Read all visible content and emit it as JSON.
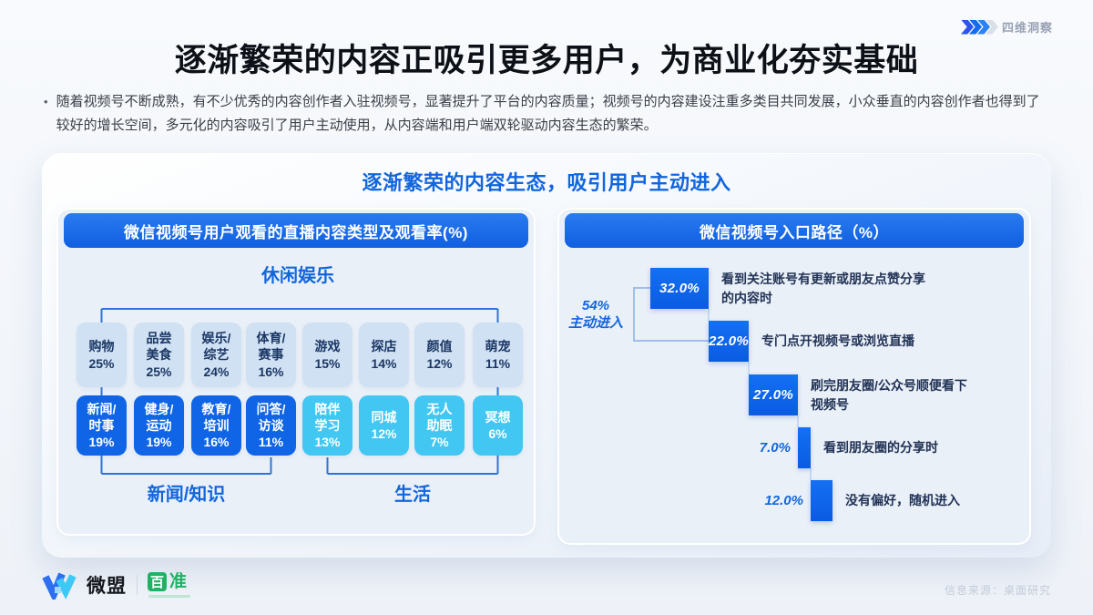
{
  "brand": {
    "logo_text": "四维洞察"
  },
  "title": "逐渐繁荣的内容正吸引更多用户，为商业化夯实基础",
  "intro_bullet": "随着视频号不断成熟，有不少优秀的内容创作者入驻视频号，显著提升了平台的内容质量；视频号的内容建设注重多类目共同发展，小众垂直的内容创作者也得到了较好的增长空间，多元化的内容吸引了用户主动使用，从内容端和用户端双轮驱动内容生态的繁荣。",
  "card": {
    "title": "逐渐繁荣的内容生态，吸引用户主动进入"
  },
  "left_panel": {
    "header": "微信视频号用户观看的直播内容类型及观看率(%)"
  },
  "right_panel": {
    "header": "微信视频号入口路径（%）",
    "annotation": "54%\n主动进入"
  },
  "chart_data": [
    {
      "type": "table",
      "title": "微信视频号用户观看的直播内容类型及观看率(%)",
      "group_labels": {
        "top": "休闲娱乐",
        "bottom_left": "新闻/知识",
        "bottom_right": "生活"
      },
      "rows": [
        {
          "name": "top",
          "items": [
            {
              "label": "购物",
              "value_pct": 25,
              "text": "购物\n25%",
              "variant": "light"
            },
            {
              "label": "品尝美食",
              "value_pct": 25,
              "text": "品尝\n美食\n25%",
              "variant": "light"
            },
            {
              "label": "娱乐/综艺",
              "value_pct": 24,
              "text": "娱乐/\n综艺\n24%",
              "variant": "light"
            },
            {
              "label": "体育/赛事",
              "value_pct": 16,
              "text": "体育/\n赛事\n16%",
              "variant": "light"
            },
            {
              "label": "游戏",
              "value_pct": 15,
              "text": "游戏\n15%",
              "variant": "light"
            },
            {
              "label": "探店",
              "value_pct": 14,
              "text": "探店\n14%",
              "variant": "light"
            },
            {
              "label": "颜值",
              "value_pct": 12,
              "text": "颜值\n12%",
              "variant": "light"
            },
            {
              "label": "萌宠",
              "value_pct": 11,
              "text": "萌宠\n11%",
              "variant": "light"
            }
          ]
        },
        {
          "name": "bottom",
          "items": [
            {
              "label": "新闻/时事",
              "value_pct": 19,
              "text": "新闻/\n时事\n19%",
              "variant": "dark"
            },
            {
              "label": "健身/运动",
              "value_pct": 19,
              "text": "健身/\n运动\n19%",
              "variant": "dark"
            },
            {
              "label": "教育/培训",
              "value_pct": 16,
              "text": "教育/\n培训\n16%",
              "variant": "dark"
            },
            {
              "label": "问答/访谈",
              "value_pct": 11,
              "text": "问答/\n访谈\n11%",
              "variant": "dark"
            },
            {
              "label": "陪伴学习",
              "value_pct": 13,
              "text": "陪伴\n学习\n13%",
              "variant": "cyan"
            },
            {
              "label": "同城",
              "value_pct": 12,
              "text": "同城\n12%",
              "variant": "cyan"
            },
            {
              "label": "无人助眠",
              "value_pct": 7,
              "text": "无人\n助眠\n7%",
              "variant": "cyan"
            },
            {
              "label": "冥想",
              "value_pct": 6,
              "text": "冥想\n6%",
              "variant": "cyan"
            }
          ]
        }
      ]
    },
    {
      "type": "waterfall-bar",
      "title": "微信视频号入口路径（%）",
      "unit": "%",
      "items": [
        {
          "value": 32.0,
          "label": "32.0%",
          "desc": "看到关注账号有更新或朋友点赞分享\n的内容时",
          "label_pos": "inside"
        },
        {
          "value": 22.0,
          "label": "22.0%",
          "desc": "专门点开视频号或浏览直播",
          "label_pos": "inside"
        },
        {
          "value": 27.0,
          "label": "27.0%",
          "desc": "刷完朋友圈/公众号顺便看下\n视频号",
          "label_pos": "inside"
        },
        {
          "value": 7.0,
          "label": "7.0%",
          "desc": "看到朋友圈的分享时",
          "label_pos": "outside"
        },
        {
          "value": 12.0,
          "label": "12.0%",
          "desc": "没有偏好，随机进入",
          "label_pos": "outside"
        }
      ],
      "annotation": {
        "value": "54%",
        "label": "主动进入",
        "covers_items": [
          0,
          1
        ]
      }
    }
  ],
  "footer": {
    "weimob": "微盟",
    "baizhun_badge": "百",
    "baizhun_text": "准",
    "source": "信息来源：桌面研究"
  },
  "colors": {
    "primary_blue": "#0f65e6",
    "cyan": "#41c7f2",
    "light_box": "#cfe1f3",
    "green_logo": "#1fb264",
    "navy_text": "#1c3765"
  }
}
